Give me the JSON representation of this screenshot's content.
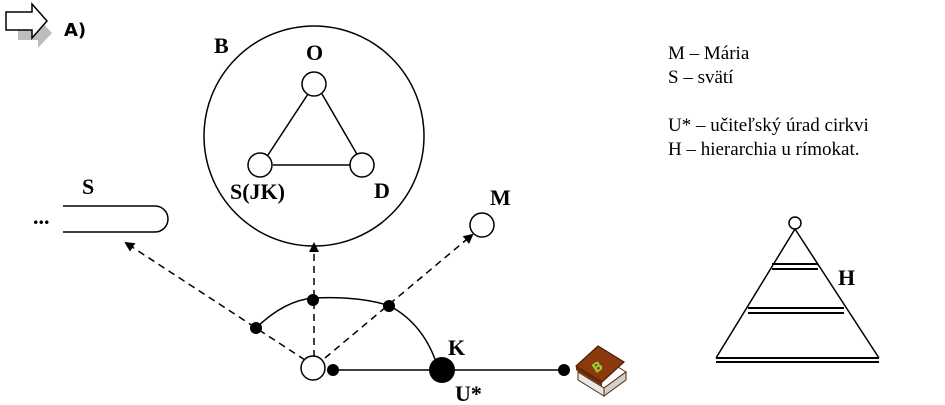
{
  "section_label": "A)",
  "circle_b": {
    "label": "B",
    "nodes": {
      "top": "O",
      "left": "S(JK)",
      "right": "D"
    }
  },
  "left_element": {
    "label": "S",
    "ellipsis": "..."
  },
  "right_node": {
    "label": "M"
  },
  "church_node": {
    "label_top": "K",
    "label_bottom": "U*"
  },
  "book_icon": {
    "letter": "B",
    "cover_color": "#8B3A0E",
    "letter_color": "#9ACD32"
  },
  "hierarchy": {
    "label": "H"
  },
  "legend": [
    {
      "text": "M – Mária"
    },
    {
      "text": "S – svätí"
    },
    {
      "text": ""
    },
    {
      "text": "U* – učiteľský úrad cirkvi"
    },
    {
      "text": "H – hierarchia u rímokat."
    }
  ]
}
